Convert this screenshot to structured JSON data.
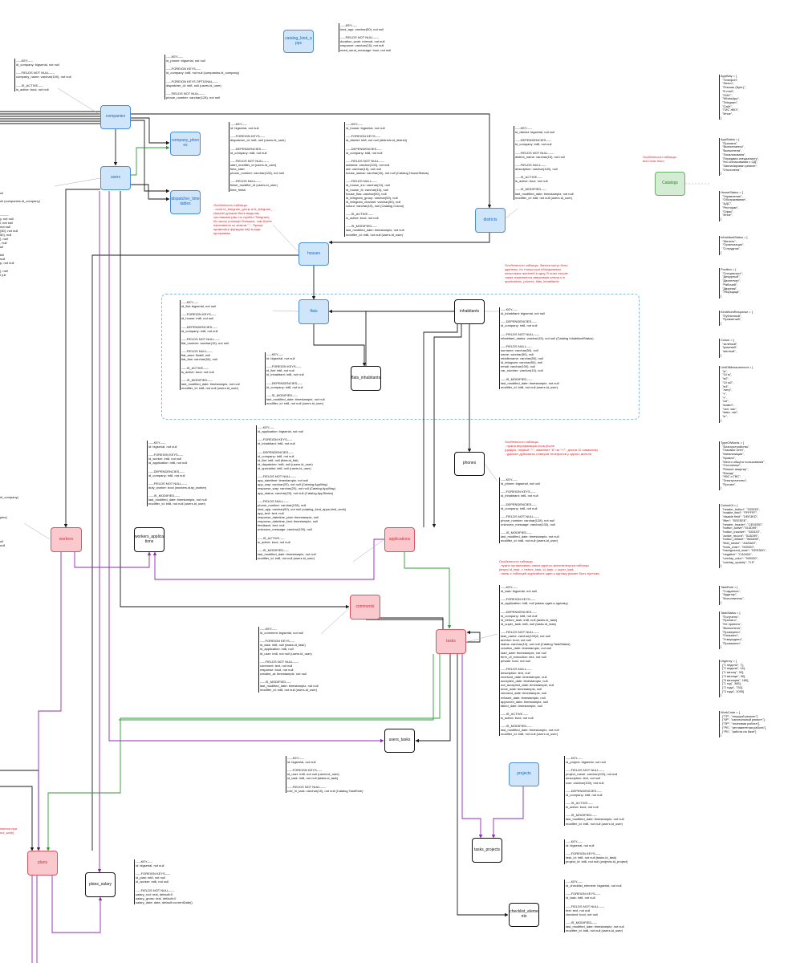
{
  "nodes": {
    "catalog_kind_apps": "catalog_kind_a\npps",
    "companies": "companies",
    "company_phones": "company_phon\nes",
    "users": "users",
    "dispatcher_time_tables": "dispatcher_time\ntables",
    "districts": "districts",
    "catalogs": "Catalogs",
    "houses": "houses",
    "flats": "flats",
    "inhabitants": "inhabitants",
    "flats_inhabitants": "flats_inhabitants",
    "phones": "phones",
    "workers": "workers",
    "workers_applications": "workers_applica\ntions",
    "applications": "applications",
    "comments": "comments",
    "tasks": "tasks",
    "users_tasks": "users_tasks",
    "projects": "projects",
    "tasks_projects": "tasks_projects",
    "plans": "plans",
    "plans_salary": "plans_salary",
    "checklist_elements": "checklist_eleme\nnts"
  },
  "notes": {
    "catalog_kind_apps": [
      "-----KEY-----",
      "kind_app: varchar(50), not null",
      "",
      "-----FIELDS NOT NULL-----",
      "duration_work: interval, not null",
      "response: varchar(15), not null",
      "need_send_message: bool, not null"
    ],
    "companies": [
      "-----KEY-----",
      "id_company: bigserial, not null",
      "",
      "-----FIELDS NOT NULL-----",
      "company_name: varchar(100), not null",
      "",
      "-----IS_ACTIVE-----",
      "is_active: bool, not null"
    ],
    "company_phones": [
      "-----KEY-----",
      "id_phone: bigserial, not null",
      "",
      "-----FOREIGN KEYS-----",
      "id_company: int8, not null (companies.id_company)",
      "",
      "-----FOREIGN KEYS OPTIONAL-----",
      "dispatcher_id: int8, null (users.id_user)",
      "",
      "-----FIELDS NOT NULL-----",
      "phone_number: varchar(128), not null"
    ],
    "dispatcher_time_tables": [
      "-----KEY-----",
      "id: bigserial, not null",
      "",
      "-----FOREIGN KEYS-----",
      "dispatcher_id: int8, null (users.id_user)",
      "",
      "-----DEPENDENCIES-----",
      "id_company: int8, not null",
      "",
      "-----FIELDS NOT NULL-----",
      "start_modifier_id (users.id_user)",
      "time_start",
      "phone_number: varchar(128), not null",
      "",
      "-----FIELDS NULL-----",
      "finish_modifier_id (users.id_user)",
      "time_finish"
    ],
    "houses": [
      "-----KEY-----",
      "id_house: bigserial, not null",
      "",
      "-----FOREIGN KEYS-----",
      "id_district: int8, not null (districts.id_district)",
      "",
      "-----DEPENDENCIES-----",
      "id_company: int8, not null",
      "",
      "-----FIELDS NOT NULL-----",
      "address: varchar(100), not null",
      "adr: varchar(15), not null",
      "house_status: varchar(16), not null (Catalog HouseStatus)",
      "",
      "-----FIELDS NULL-----",
      "id_house_inc: varchar(10), null",
      "id_house_fc: varchar(10), null",
      "house_fias: varchar(50), null",
      "id_telegram_group: varchar(50), null",
      "id_telegram_channel: varchar(50), null",
      "colour: varchar(15), null (Catalog Colour)",
      "",
      "-----IS_ACTIVE-----",
      "is_active: bool, not null",
      "",
      "-----IS_MODIFIED-----",
      "last_modified_date: timestamptz, not null",
      "modifier_id: int8, not null (users.id_user)"
    ],
    "districts": [
      "-----KEY-----",
      "id_district: bigserial, not null",
      "",
      "-----DEPENDENCIES-----",
      "id_company: int8, not null",
      "",
      "-----FIELDS NOT NULL-----",
      "district_name: varchar(15), not null",
      "",
      "-----FIELDS NULL-----",
      "description: varchar(100), null",
      "",
      "-----IS_ACTIVE-----",
      "is_active: bool, not null",
      "",
      "-----IS_MODIFIED-----",
      "last_modified_date: timestamptz, not null",
      "modifier_id: int8, not null (users.id_user)"
    ],
    "flats": [
      "-----KEY-----",
      "id_flat: bigserial, not null",
      "",
      "-----FOREIGN KEYS-----",
      "id_house: int8, not null",
      "",
      "-----DEPENDENCIES-----",
      "id_company: int8, not null",
      "",
      "-----FIELDS NOT NULL-----",
      "flat_number: varchar(15), not null",
      "",
      "-----FIELDS NULL-----",
      "flat_area: float8, null",
      "flat_fias: varchar(50), null",
      "",
      "-----IS_ACTIVE-----",
      "is_active: bool, not null",
      "",
      "-----IS_MODIFIED-----",
      "last_modified_date: timestamptz, not null",
      "modifier_id: int8, not null (users.id_user)"
    ],
    "flats_inhabitants": [
      "-----KEY-----",
      "id: bigserial, not null",
      "",
      "-----FOREIGN KEYS-----",
      "id_flat: int8, not null",
      "id_inhabitant: int8, not null",
      "",
      "-----DEPENDENCIES-----",
      "id_company: int8, not null",
      "",
      "-----IS_MODIFIED-----",
      "last_modified_date: timestamptz, not null",
      "modifier_id: int8, not null (users.id_user)"
    ],
    "inhabitants": [
      "-----KEY-----",
      "id_inhabitant: bigserial, not null",
      "",
      "-----DEPENDENCIES-----",
      "id_company: int8, not null",
      "",
      "-----FIELDS NOT NULL-----",
      "inhabitant_status: varchar(15), not null (Catalog InhabitantStatus)",
      "",
      "-----FIELDS NULL-----",
      "surname: varchar(50), null",
      "name: varchar(50), null",
      "middlename: varchar(50), null",
      "id_telegram: varchar(50), null",
      "email: varchar(100), null",
      "car_number: varchar(10), null",
      "",
      "-----IS_MODIFIED-----",
      "last_modified_date: timestamptz, not null",
      "modifier_id: int8, not null (users.id_user)"
    ],
    "phones": [
      "-----KEY-----",
      "id_phone: bigserial, not null",
      "",
      "-----FOREIGN KEYS-----",
      "id_inhabitant: int8, not null",
      "",
      "-----DEPENDENCIES-----",
      "id_company: int8, not null",
      "",
      "-----FIELDS NOT NULL-----",
      "phone_number: varchar(128), not null",
      "unknown_message: varchar(100), null",
      "",
      "-----IS_MODIFIED-----",
      "last_modified_date: timestamptz, not null",
      "modifier_id: int8, not null (users.id_user)"
    ],
    "workers_applications": [
      "-----KEY-----",
      "id: bigserial, not null",
      "",
      "-----FOREIGN KEYS-----",
      "id_worker: int8, not null",
      "id_application: int8, not null",
      "",
      "-----DEPENDENCIES-----",
      "id_company: int8, not null",
      "",
      "-----FIELDS NOT NULL-----",
      "duty_worker: bool (workers.duty_worker)",
      "",
      "-----IS_MODIFIED-----",
      "last_modified_date: timestamptz, not null",
      "modifier_id: int8, not null (users.id_user)"
    ],
    "applications": [
      "-----KEY-----",
      "id_application: bigserial, not null",
      "",
      "-----FOREIGN KEYS-----",
      "id_inhabitant: int8, not null",
      "",
      "-----DEPENDENCIES-----",
      "id_company: int8, not null",
      "id_flat: int8, null (flats.id_flat)",
      "id_dispatcher: int8, null (users.id_user)",
      "id_specialist: int8, null (users.id_user)",
      "",
      "-----FIELDS NOT NULL-----",
      "app_datetime: timestamptz, not null",
      "app_way: varchar(20), not null (Catalog AppWay)",
      "response_way: varchar(20), not null (Catalog AppWay)",
      "app_status: varchar(20), not null (Catalog AppStatus)",
      "",
      "-----FIELDS NULL-----",
      "phone_number: varchar(128), null",
      "kind_app: varchar(50), not null (catalog_kind_apps.kind_work)",
      "app_text: text, null",
      "response_datetime_plan: timestamptz, null",
      "response_datetime_fact: timestamptz, null",
      "feedback: text, null",
      "unknown_message: varchar(100), null",
      "",
      "-----IS_ACTIVE-----",
      "is_active: bool, not null",
      "",
      "-----IS_MODIFIED-----",
      "last_modified_date: timestamptz, not null",
      "modifier_id: int8, not null (users.id_user)"
    ],
    "comments": [
      "-----KEY-----",
      "id_comment: bigserial, not null",
      "",
      "-----FOREIGN KEYS-----",
      "id_task: int8, null (tasks.id_task)",
      "id_application: int8, null",
      "id_user: int8, not null (users.id_user)",
      "",
      "-----FIELDS NOT NULL-----",
      "comment: text, not null",
      "response: bool, not null",
      "created_at: timestamptz, not null",
      "",
      "-----IS_MODIFIED-----",
      "last_modified_date: timestamptz, not null",
      "modifier_id: int8, not null (users.id_user)"
    ],
    "tasks": [
      "-----KEY-----",
      "id_task: bigserial, not null",
      "",
      "-----FOREIGN KEYS-----",
      "id_application: int8, null (связь один-к-одному)",
      "",
      "-----DEPENDENCIES-----",
      "id_company: int8, not null",
      "id_before_task: int8, null (tasks.id_task)",
      "id_super_task: int8, null (tasks.id_task)",
      "",
      "-----FIELDS NOT NULL-----",
      "task_name: varchar(100)8, not null",
      "archive: bool, not null",
      "status: varchar(10), not null (Catalog TaskStatus)",
      "creation_date: timestamptz, not null",
      "start_date: timestamptz, not null",
      "term_of_execution: int4, not null",
      "private: bool, not null",
      "",
      "-----FIELDS NULL-----",
      "description: text, null",
      "received_date: timestamptz, null",
      "accepted_date: timestamptz, null",
      "not_accepted_date: timestamptz, null",
      "done_date: timestamptz, null",
      "checked_date: timestamptz, null",
      "refused_date: timestamptz, null",
      "approved_date: timestamptz, null",
      "failed_date: timestamptz, null",
      "",
      "-----IS_ACTIVE-----",
      "is_active: bool, not null",
      "",
      "-----IS_MODIFIED-----",
      "last_modified_date: timestamptz, not null",
      "modifier_id: int8, not null (users.id_user)"
    ],
    "users_tasks": [
      "-----KEY-----",
      "id: bigserial, not null",
      "",
      "-----FOREIGN KEYS-----",
      "id_user: int8, not null (users.id_user)",
      "id_task: int8, not null (tasks.id_task)",
      "",
      "-----FIELDS NOT NULL-----",
      "role_in_task: varchar(15), not null (Catalog TaskRole)"
    ],
    "projects": [
      "-----KEY-----",
      "id_project: bigserial, not null",
      "",
      "-----FIELDS NOT NULL-----",
      "project_name: varchar(100), not null",
      "description: text, not null",
      "icon: varchar(100), not null",
      "",
      "-----DEPENDENCIES-----",
      "id_company: int8, not null",
      "",
      "-----IS_ACTIVE-----",
      "is_active: bool, not null",
      "",
      "-----IS_MODIFIED-----",
      "last_modified_date: timestamptz, not null",
      "modifier_id: int8, not null (users.id_user)"
    ],
    "tasks_projects": [
      "-----KEY-----",
      "id: bigserial, not null",
      "",
      "-----FOREIGN KEYS-----",
      "task_id: int8, not null (tasks.id_task)",
      "project_id: int8, not null (projects.id_project)"
    ],
    "checklist_elements": [
      "-----KEY-----",
      "id_checklist_element: bigserial, not null",
      "",
      "-----FOREIGN KEYS-----",
      "id_task: int8, not null",
      "",
      "-----FIELDS NOT NULL-----",
      "text: text, not null",
      "checked: bool, not null",
      "",
      "-----IS_MODIFIED-----",
      "last_modified_date: timestamptz, not null",
      "modifier_id: int8, not null (users.id_user)"
    ],
    "plans": [
      "-----KEY-----",
      "id: bigserial, not null",
      "",
      "-----FOREIGN KEYS-----",
      "id_plan: int8, not null",
      "id_worker: int8, not null",
      "",
      "-----FIELDS NOT NULL-----",
      "salary_rod: real, default=0",
      "salary_gross: real, default=0",
      "salary_date: date, default=currentDate()"
    ]
  },
  "red_notes": {
    "dispatcher": [
      "Особенности таблицы:",
      "- поле id_telegram_group и id_telegram_",
      "channel должны быть вида как",
      "числовыми (так что пробел Telegram)",
      "Из числа стольких больших, там более",
      "нанизаются со знаком \"-\". Проще",
      "применить функцию int() в коде",
      "программы."
    ],
    "catalogs": [
      "Особенности таблицы:",
      "все поля текст"
    ],
    "inhabitants": [
      "Особенности таблицы: Записи могут быть",
      "удалены, но только при объединении",
      "нескольких жителей в одну. В этом случае",
      "также изменяются зависимые ключи и в",
      "applications, phones, flats_inhabitants"
    ],
    "phones": [
      "Особенности таблицы:",
      "- нужна верификация поля phone",
      "(цифры, первый \"+\", заменяет \"8\" на \"+7\", длина 12 символов)",
      "- удаляет дубликаты номеров телефонов у одного жителя"
    ],
    "tasks": [
      "Особенности таблицы:",
      "- нужно организовать связи один-ко-многим внутри таблицы",
      "(внутр id_task -> before_task, id_task -> super_task",
      "- связь с таблицей applications один-к-одному (может быть пустым)"
    ],
    "plans": [
      "няются при",
      "nul_work)"
    ]
  },
  "enums": {
    "app_way": [
      "AppWay = [",
      "  \"Телефон\",",
      "  \"Лично\",",
      "  \"Письмо (Бум.)\",",
      "  \"E-mail\",",
      "  \"СМС\",",
      "  \"WhatsApp\",",
      "  \"Telegram\",",
      "  \"Сайт\",",
      "  \"ГИС ЖКХ\",",
      "  \"Иное\",",
      "]"
    ],
    "app_status": [
      "AppStatus = [",
      "  \"Принята\",",
      "  \"Выполняется\",",
      "  \"Выполнена\",",
      "  \"Локализована\",",
      "  \"Передана специалисту\",",
      "  \"На согласовании с ОД\",",
      "  \"Запланирован ремонт\",",
      "  \"Отклонена\",",
      "]"
    ],
    "house_status": [
      "HouseStatus = [",
      "  \"Управление\",",
      "  \"Обслуживание\",",
      "  \"АДС\",",
      "  \"Ресторан\",",
      "  \"Офис\",",
      "  \"Иное\",",
      "]"
    ],
    "inhabitant_status": [
      "InhabitantStatus = [",
      "  \"Житель\",",
      "  \"Организация\",",
      "  \"Сотрудник\",",
      "]"
    ],
    "position": [
      "Position = [",
      "  \"Специалист\",",
      "  \"Дежурный\",",
      "  \"Диспетчер\",",
      "  \"Рабочий\",",
      "  \"Дворник\",",
      "  \"Уборщица\",",
      "]"
    ],
    "kind_work_response": [
      "KindWorkResponse = [",
      "  \"Публичный\",",
      "  \"Приватный\",",
      "]"
    ],
    "colour": [
      "Colour = [",
      "  \"зелёный\",",
      "  \"красный\",",
      "  \"жёлтый\",",
      "]"
    ],
    "unit_of_measurement": [
      "UnitOfMeasurement = [",
      "  \"м\",",
      "  \"10 м\",",
      "  \"м2\",",
      "  \"10 м2\",",
      "  \"м3\",",
      "  \"литр\",",
      "  \"т\",",
      "  \"т\",",
      "  \"шт\",",
      "  \"компл\",",
      "  \"чел. час\",",
      "  \"маш. час\",",
      "  \"кг\",",
      "]"
    ],
    "type_of_works": [
      "TypeOfWorks = [",
      "  \"Благоустройство\",",
      "  \"Газовые сети\",",
      "  \"Канализация\",",
      "  \"Кровля\",",
      "  \"Место общего пользования\",",
      "  \"Отопление\",",
      "  \"Ремонт квартир\",",
      "  \"Фасад\",",
      "  \"ХВС и ГВС\",",
      "  \"Электричество\",",
      "  \"Прочее\",",
      "]"
    ],
    "colors_kit": [
      "ColorsKit = {",
      "  \"header_button\": \"333333\",",
      "  \"enable_field\": \"FFFFFF\",",
      "  \"disable field\": \"DEE3ED\",",
      "  \"filter\": \"EEEEEE\",",
      "  \"header_header\": \"CEDEEE\",",
      "  \"button_active\":\"513D99\",",
      "  \"button_inactive\": \"333333\",",
      "  \"active_record\": \"513D99\",",
      "  \"button_default\": \"566A98\",",
      "  \"field_stroke\": \"A3A5A9\",",
      "  \"fonts_main\": \"000000\",",
      "  \"background_main\": \"DEE3ED\",",
      "  \"negative\": \"CA0404\",",
      "  \"overlay_color\": \"000000\",",
      "  \"overlay_opacity\": \"0.5\"",
      "}"
    ],
    "task_role": [
      "TaskRole = [",
      "  \"Создатель\",",
      "  \"Аудитор\",",
      "  \"Исполнитель\",",
      "]"
    ],
    "task_status": [
      "TaskStatus = [",
      "  \"Получено\",",
      "  \"Принято\",",
      "  \"Не принято\",",
      "  \"Выполнено\",",
      "  \"Проверено\",",
      "  \"Отказано\",",
      "  \"Утверждено\",",
      "  \"Провалено\",",
      "]"
    ],
    "urgency": [
      "Urgency = [",
      "  [\"1 неделя\", 7],",
      "  [\"2 недели\", 14],",
      "  [\"1 месяц\", 30],",
      "  [\"3 месяца\", 90],",
      "  [\"6 месяцев\", 180],",
      "  [\"1 год\", 365],",
      "  [\"2 года\", 730],",
      "  [\"3 года\", 1095]",
      "]"
    ],
    "work_code": [
      "WorkCode = [",
      "  [\"ТР\", \"текущий ремонт\"]",
      "  [\"КР\", \"капитальный ремонт\"],",
      "  [\"ПР\", \"плановая работа\"],",
      "  [\"РБ\", \"регламентная работа\"],",
      "  [\"РБ\", \"работа на базе\"]",
      "]"
    ]
  },
  "edge_texts": {
    "left_1": [
      "ull",
      "",
      "ull (companies.id_company)"
    ],
    "left_2": [
      "--------",
      "y, not null",
      "l, not null",
      "not null",
      "(50), not null",
      "50), null",
      "), null",
      ", null",
      "ull",
      "",
      "tull",
      "null",
      "p, not null",
      "",
      "), null",
      "l (ull"
    ],
    "left_3": [
      "id_company)",
      "",
      "",
      "",
      "",
      "ptex)",
      "",
      "",
      "",
      "",
      "",
      "ull",
      "null"
    ]
  },
  "colors": {
    "arrow_black": "#1a1a1a",
    "arrow_green": "#2e9b37",
    "arrow_purple": "#8f2ab5",
    "dashed": "#8bbbe3",
    "red_text": "#e0202a"
  }
}
